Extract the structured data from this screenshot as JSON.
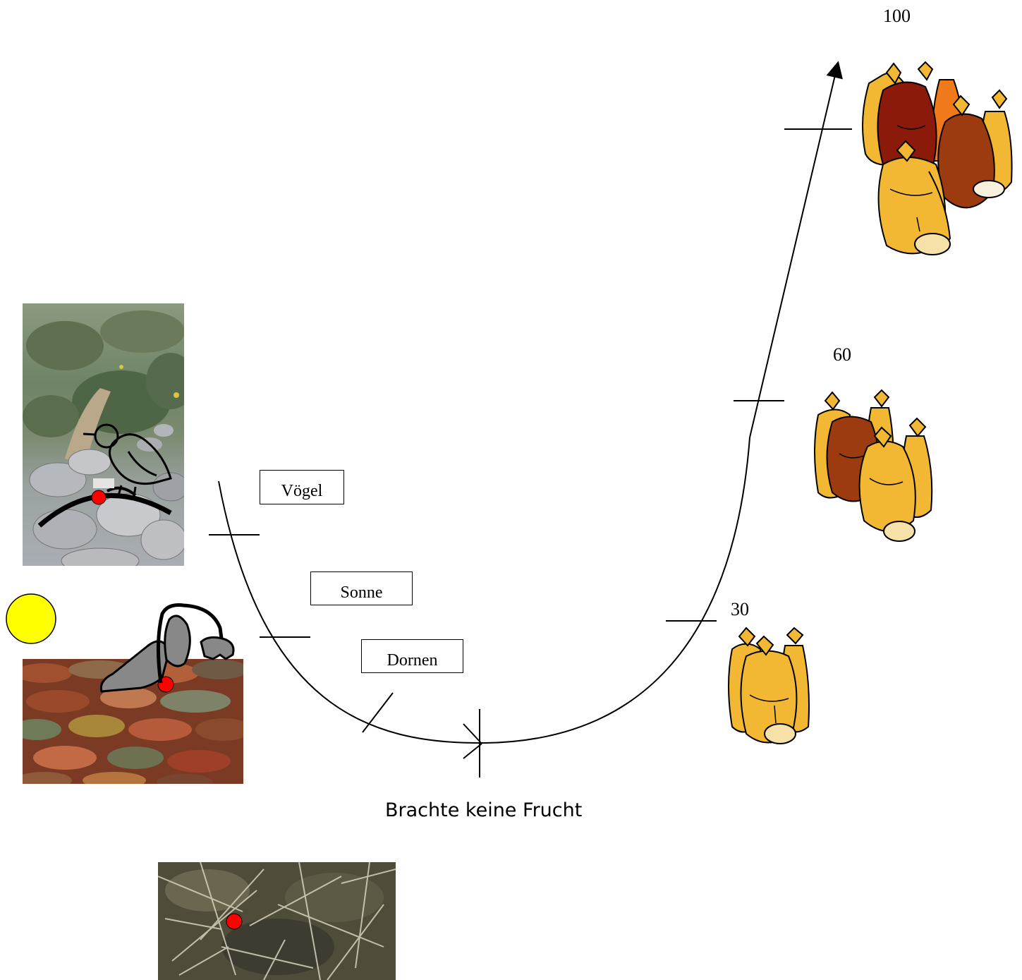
{
  "labels": {
    "birds": "Vögel",
    "sun": "Sonne",
    "thorns": "Dornen"
  },
  "yields": {
    "high": "100",
    "mid": "60",
    "low": "30"
  },
  "caption": "Brachte keine Frucht",
  "colors": {
    "seed": "#ff0000",
    "sun": "#ffff00",
    "sack_gold": "#f2b733",
    "sack_dark": "#8b1a0a",
    "sack_brown": "#9c3a10",
    "sack_orange": "#f07a1a"
  }
}
